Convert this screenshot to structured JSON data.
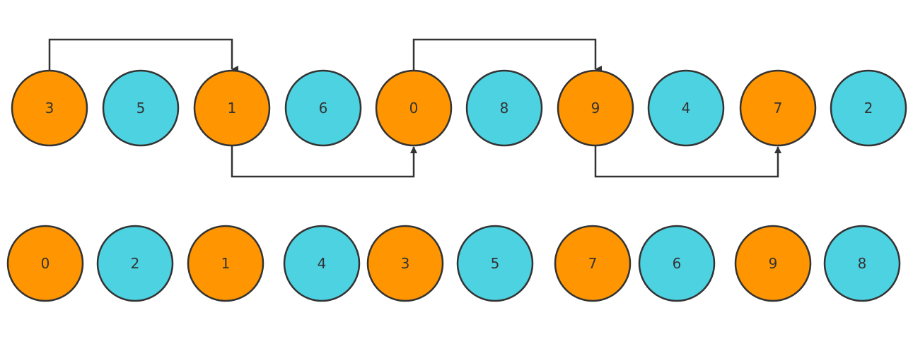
{
  "colors": {
    "orange": "#FF9500",
    "cyan": "#4DD2E2",
    "stroke": "#333333",
    "text": "#333333"
  },
  "row1": {
    "nodes": [
      {
        "label": "3",
        "color": "orange"
      },
      {
        "label": "5",
        "color": "cyan"
      },
      {
        "label": "1",
        "color": "orange"
      },
      {
        "label": "6",
        "color": "cyan"
      },
      {
        "label": "0",
        "color": "orange"
      },
      {
        "label": "8",
        "color": "cyan"
      },
      {
        "label": "9",
        "color": "orange"
      },
      {
        "label": "4",
        "color": "cyan"
      },
      {
        "label": "7",
        "color": "orange"
      },
      {
        "label": "2",
        "color": "cyan"
      }
    ],
    "links": [
      {
        "from": 0,
        "to": 2,
        "side": "top"
      },
      {
        "from": 2,
        "to": 4,
        "side": "bottom"
      },
      {
        "from": 4,
        "to": 6,
        "side": "top"
      },
      {
        "from": 6,
        "to": 8,
        "side": "bottom"
      }
    ]
  },
  "row2": {
    "nodes": [
      {
        "label": "0",
        "color": "orange"
      },
      {
        "label": "2",
        "color": "cyan"
      },
      {
        "label": "1",
        "color": "orange"
      },
      {
        "label": "4",
        "color": "cyan"
      },
      {
        "label": "3",
        "color": "orange"
      },
      {
        "label": "5",
        "color": "cyan"
      },
      {
        "label": "7",
        "color": "orange"
      },
      {
        "label": "6",
        "color": "cyan"
      },
      {
        "label": "9",
        "color": "orange"
      },
      {
        "label": "8",
        "color": "cyan"
      }
    ]
  }
}
